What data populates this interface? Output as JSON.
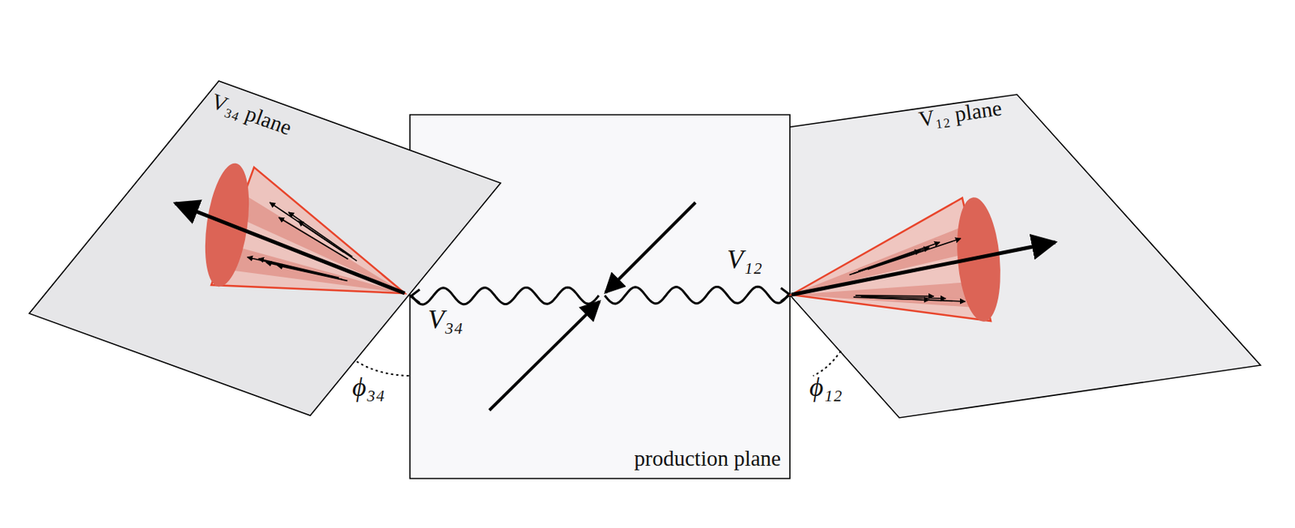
{
  "diagram": {
    "nodes": [
      {
        "text": [
          "V₃₄ plane"
        ]
      },
      {
        "text": [
          "production plane"
        ]
      },
      {
        "text": [
          "V₁₂ plane"
        ]
      }
    ],
    "labels": [
      "V₁₂",
      "V₃₄",
      "ϕ₃₄",
      "ϕ₁₂"
    ]
  }
}
